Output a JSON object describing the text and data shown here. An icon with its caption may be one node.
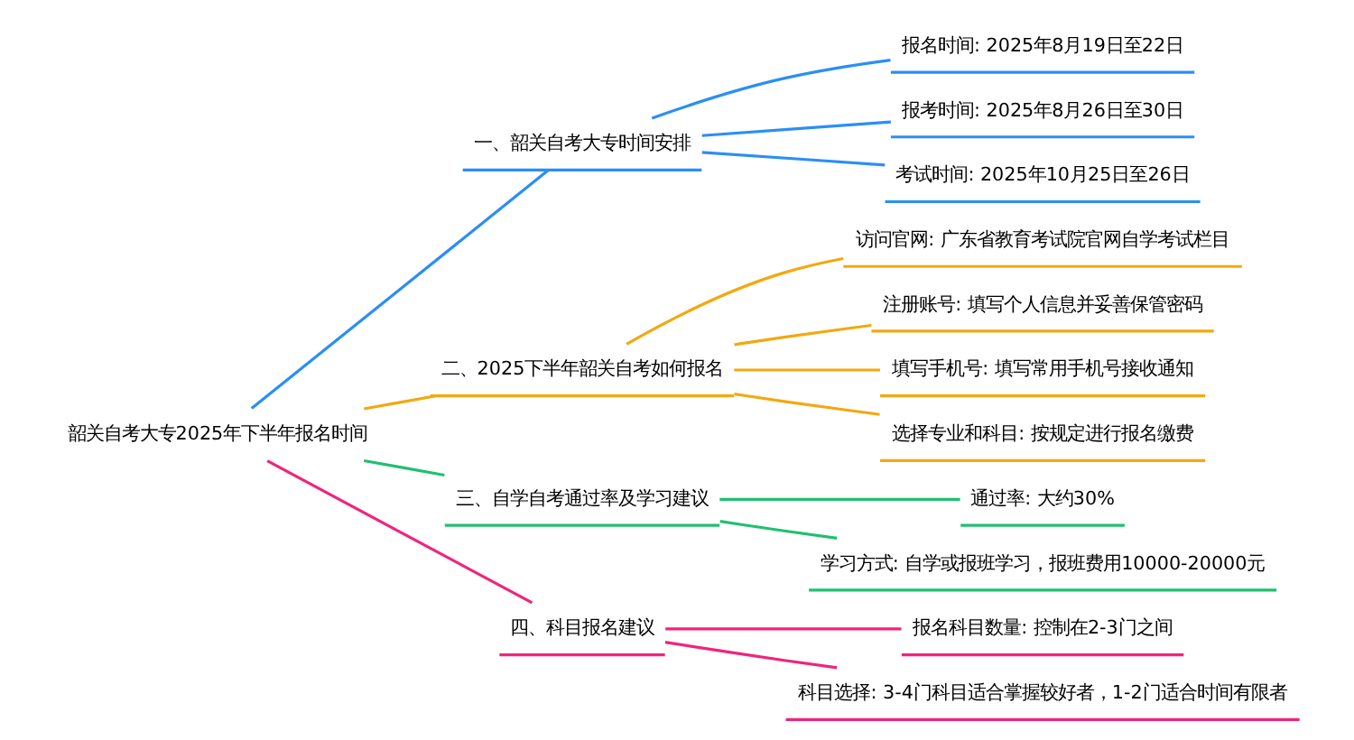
{
  "diagram": {
    "nodes": [
      {
        "text": [
          "韶关自考大专2025年下半年报名时间"
        ]
      },
      {
        "text": [
          "一、韶关自考大专时间安排"
        ]
      },
      {
        "text": [
          "报名时间: 2025年8月19日至22日"
        ]
      },
      {
        "text": [
          "报考时间: 2025年8月26日至30日"
        ]
      },
      {
        "text": [
          "考试时间: 2025年10月25日至26日"
        ]
      },
      {
        "text": [
          "二、2025下半年韶关自考如何报名"
        ]
      },
      {
        "text": [
          "访问官网: 广东省教育考试院官网自学考试栏目"
        ]
      },
      {
        "text": [
          "注册账号: 填写个人信息并妥善保管密码"
        ]
      },
      {
        "text": [
          "填写手机号: 填写常用手机号接收通知"
        ]
      },
      {
        "text": [
          "选择专业和科目: 按规定进行报名缴费"
        ]
      },
      {
        "text": [
          "三、自学自考通过率及学习建议"
        ]
      },
      {
        "text": [
          "通过率: 大约30%"
        ]
      },
      {
        "text": [
          "学习方式: 自学或报班学习，报班费用10000-20000元"
        ]
      },
      {
        "text": [
          "四、科目报名建议"
        ]
      },
      {
        "text": [
          "报名科目数量: 控制在2-3门之间"
        ]
      },
      {
        "text": [
          "科目选择: 3-4门科目适合掌握较好者，1-2门适合时间有限者"
        ]
      }
    ],
    "edges": [
      {
        "from": 0,
        "to": 1,
        "arrow": "none",
        "color": "#2b8ef5"
      },
      {
        "from": 1,
        "to": 2,
        "arrow": "none",
        "color": "#2b8ef5"
      },
      {
        "from": 1,
        "to": 3,
        "arrow": "none",
        "color": "#2b8ef5"
      },
      {
        "from": 1,
        "to": 4,
        "arrow": "none",
        "color": "#2b8ef5"
      },
      {
        "from": 0,
        "to": 5,
        "arrow": "none",
        "color": "#f2a90f"
      },
      {
        "from": 5,
        "to": 6,
        "arrow": "none",
        "color": "#f2a90f"
      },
      {
        "from": 5,
        "to": 7,
        "arrow": "none",
        "color": "#f2a90f"
      },
      {
        "from": 5,
        "to": 8,
        "arrow": "none",
        "color": "#f2a90f"
      },
      {
        "from": 5,
        "to": 9,
        "arrow": "none",
        "color": "#f2a90f"
      },
      {
        "from": 0,
        "to": 10,
        "arrow": "none",
        "color": "#1fc070"
      },
      {
        "from": 10,
        "to": 11,
        "arrow": "none",
        "color": "#1fc070"
      },
      {
        "from": 10,
        "to": 12,
        "arrow": "none",
        "color": "#1fc070"
      },
      {
        "from": 0,
        "to": 13,
        "arrow": "none",
        "color": "#f0247c"
      },
      {
        "from": 13,
        "to": 14,
        "arrow": "none",
        "color": "#f0247c"
      },
      {
        "from": 13,
        "to": 15,
        "arrow": "none",
        "color": "#f0247c"
      }
    ]
  }
}
